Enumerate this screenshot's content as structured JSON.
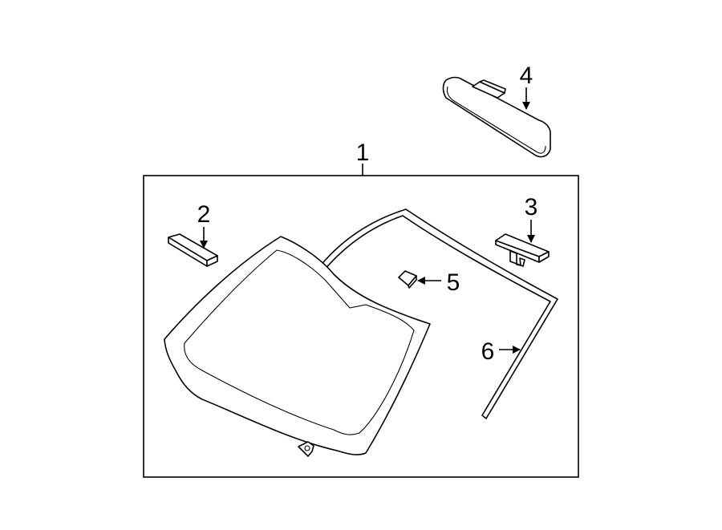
{
  "colors": {
    "line": "#000000",
    "background": "#ffffff"
  },
  "callouts": [
    {
      "id": "1",
      "label": "1"
    },
    {
      "id": "2",
      "label": "2"
    },
    {
      "id": "3",
      "label": "3"
    },
    {
      "id": "4",
      "label": "4"
    },
    {
      "id": "5",
      "label": "5"
    },
    {
      "id": "6",
      "label": "6"
    }
  ]
}
